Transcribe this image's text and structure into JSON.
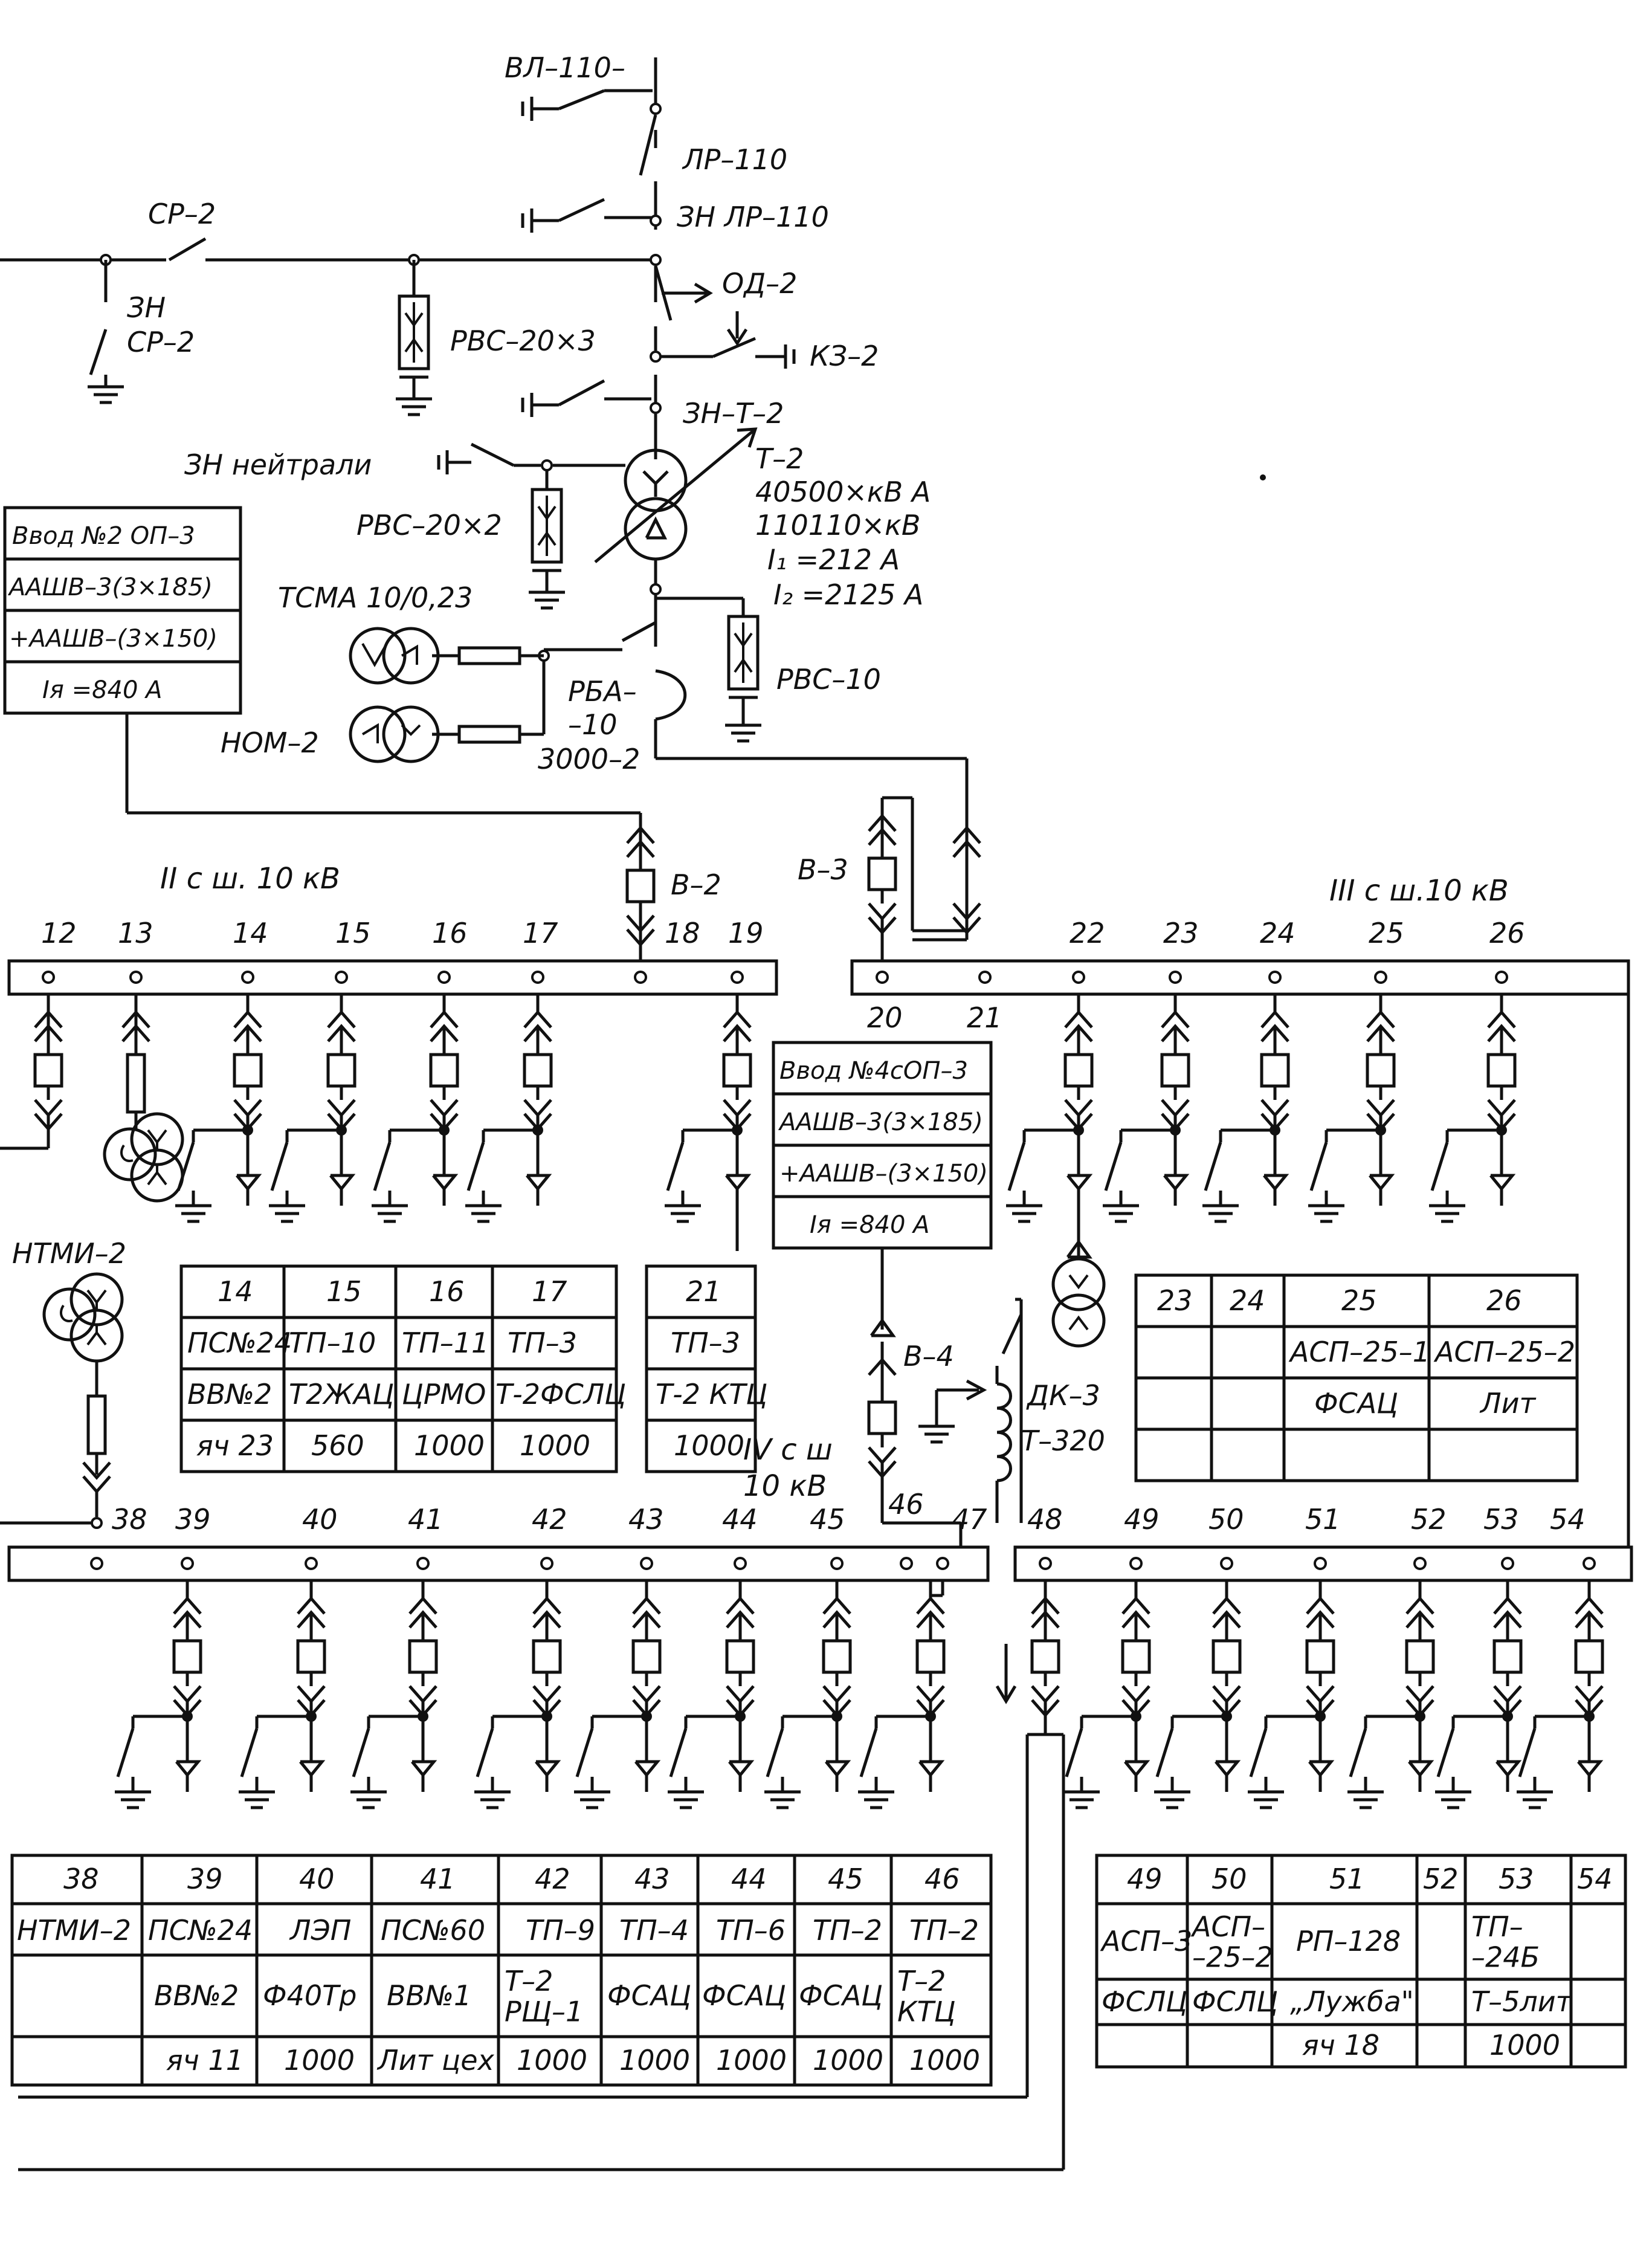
{
  "top": {
    "vl110": "ВЛ–110–",
    "lr110": "ЛР–110",
    "zn_lr110": "ЗН ЛР–110",
    "sr2": "СР–2",
    "zn_sr2_a": "ЗН",
    "zn_sr2_b": "СР–2",
    "rvs20x3": "РВС–20×3",
    "od2": "ОД–2",
    "kz2": "КЗ–2",
    "zn_t2": "ЗН–Т–2",
    "zn_neutral": "ЗН нейтрали",
    "rvs20x2": "РВС–20×2",
    "t2": "Т–2",
    "t2_power": "40500×кВ А",
    "t2_voltage": "110110×кВ",
    "i1": "I₁ =212 А",
    "i2": "I₂ =2125 А",
    "tsma": "ТСМА 10/0,23",
    "nom2": "НОМ–2",
    "rba_a": "РБА–",
    "rba_b": "–10",
    "rba_c": "3000–2",
    "rvs10": "РВС–10",
    "v2": "В–2",
    "v3": "В–3"
  },
  "input2": {
    "rows": [
      "Ввод №2 ОП–3",
      "ААШВ–3(3×185)",
      "+ААШВ–(3×150)",
      "Iя =840 А"
    ]
  },
  "input4": {
    "rows": [
      "Ввод №4сОП–3",
      "ААШВ–3(3×185)",
      "+ААШВ–(3×150)",
      "Iя =840 А"
    ]
  },
  "buses": {
    "bus2": "II с ш. 10 кВ",
    "bus3": "III с ш.10 кВ",
    "bus4_a": "IV с ш",
    "bus4_b": "10 кВ"
  },
  "bus2_numbers": [
    "12",
    "13",
    "14",
    "15",
    "16",
    "17",
    "18",
    "19"
  ],
  "bus3_numbers_top": [
    "22",
    "23",
    "24",
    "25",
    "26"
  ],
  "bus3_numbers_bottom": [
    "20",
    "21"
  ],
  "bus4_numbers": [
    "38",
    "39",
    "40",
    "41",
    "42",
    "43",
    "44",
    "45",
    "46",
    "47"
  ],
  "bus5_numbers": [
    "48",
    "49",
    "50",
    "51",
    "52",
    "53",
    "54"
  ],
  "ntmi": "НТМИ–2",
  "v4": "В–4",
  "dk3": "ДК–3",
  "t320": "Т–320",
  "table_bus2": [
    [
      "14",
      "15",
      "16",
      "17"
    ],
    [
      "ПС№24",
      "ТП–10",
      "ТП–11",
      "ТП–3"
    ],
    [
      "ВВ№2",
      "Т2ЖАЦ",
      "ЦРМО",
      "Т-2ФСЛЦ"
    ],
    [
      "яч 23",
      "560",
      "1000",
      "1000"
    ]
  ],
  "table_21": [
    [
      "21"
    ],
    [
      "ТП–3"
    ],
    [
      "Т-2 КТЦ"
    ],
    [
      "1000"
    ]
  ],
  "table_bus3": [
    [
      "23",
      "24",
      "25",
      "26"
    ],
    [
      "",
      "",
      "АСП–25–1",
      "АСП–25–2"
    ],
    [
      "",
      "",
      "ФСАЦ",
      "Лит"
    ],
    [
      "",
      "",
      "",
      ""
    ]
  ],
  "table_bus4": [
    [
      "38",
      "39",
      "40",
      "41",
      "42",
      "43",
      "44",
      "45",
      "46"
    ],
    [
      "НТМИ–2",
      "ПС№24",
      "ЛЭП",
      "ПС№60",
      "ТП–9",
      "ТП–4",
      "ТП–6",
      "ТП–2",
      "ТП–2"
    ],
    [
      "",
      "ВВ№2",
      "Ф40Тр",
      "ВВ№1",
      "Т–2|РЩ–1",
      "ФСАЦ",
      "ФСАЦ",
      "ФСАЦ",
      "Т–2|КТЦ"
    ],
    [
      "",
      "яч 11",
      "1000",
      "Лит цех",
      "1000",
      "1000",
      "1000",
      "1000",
      "1000"
    ]
  ],
  "table_bus5": [
    [
      "49",
      "50",
      "51",
      "52",
      "53",
      "54"
    ],
    [
      "АСП–3",
      "АСП–|–25–2",
      "РП–128",
      "",
      "ТП–|–24Б",
      ""
    ],
    [
      "ФСЛЦ",
      "ФСЛЦ",
      "„Лужба\"",
      "",
      "Т–5лит",
      ""
    ],
    [
      "",
      "",
      "яч 18",
      "",
      "1000",
      ""
    ]
  ]
}
